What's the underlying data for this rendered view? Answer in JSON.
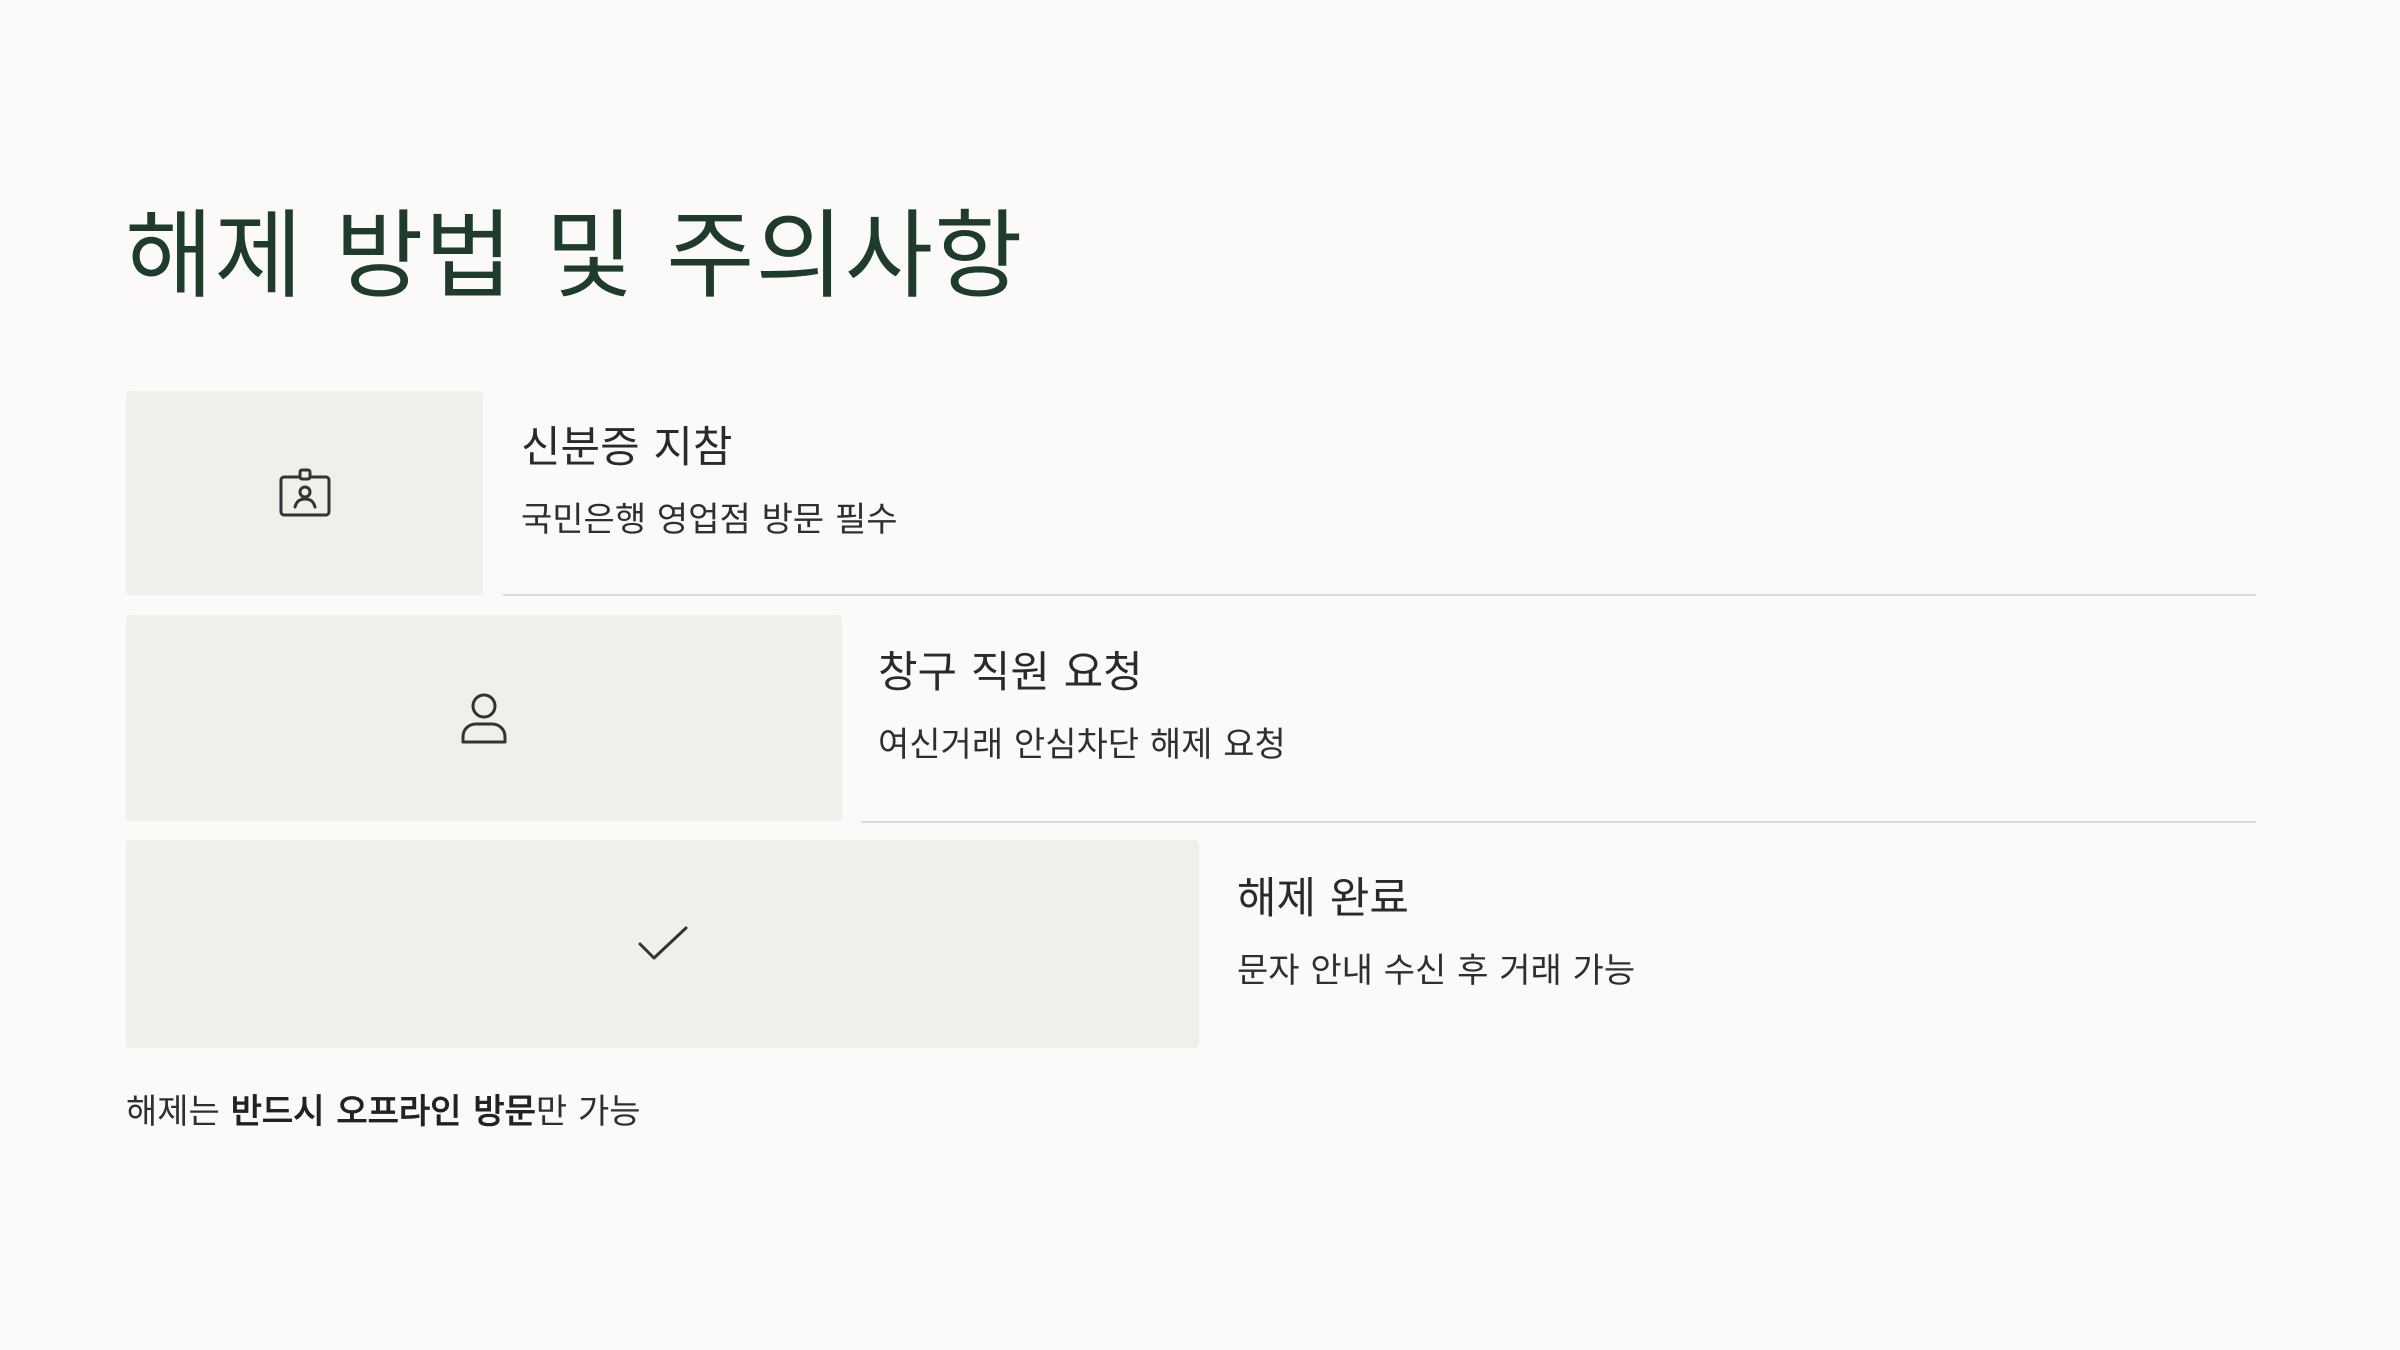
{
  "title": "해제 방법 및 주의사항",
  "steps": [
    {
      "icon": "id-badge-icon",
      "heading": "신분증 지참",
      "description": "국민은행 영업점 방문 필수"
    },
    {
      "icon": "person-icon",
      "heading": "창구 직원 요청",
      "description": "여신거래 안심차단 해제 요청"
    },
    {
      "icon": "checkmark-icon",
      "heading": "해제 완료",
      "description": "문자 안내 수신 후 거래 가능"
    }
  ],
  "note": {
    "prefix": "해제는 ",
    "emphasis": "반드시 오프라인 방문",
    "suffix": "만 가능"
  },
  "colors": {
    "background": "#fbfaf8",
    "title": "#1f3b2c",
    "icon_box": "#f1efea",
    "divider": "#dcdad5"
  }
}
